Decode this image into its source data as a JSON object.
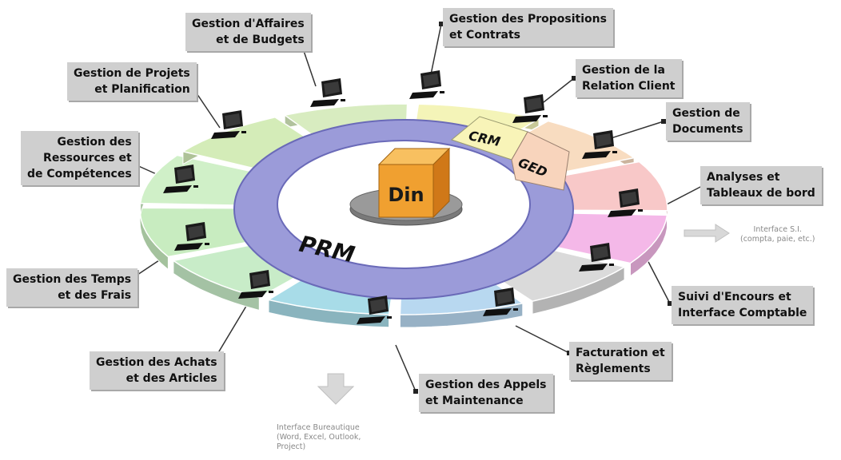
{
  "center": {
    "label": "Din"
  },
  "rings": {
    "outer_label": "PRM",
    "inner_labels": [
      "CRM",
      "GED"
    ]
  },
  "modules": [
    {
      "id": "affaires",
      "lines": [
        "Gestion d'Affaires",
        "et de Budgets"
      ]
    },
    {
      "id": "propositions",
      "lines": [
        "Gestion des Propositions",
        "et Contrats"
      ]
    },
    {
      "id": "relation",
      "lines": [
        "Gestion de  la",
        "Relation Client"
      ]
    },
    {
      "id": "documents",
      "lines": [
        "Gestion de",
        "Documents"
      ]
    },
    {
      "id": "analyses",
      "lines": [
        "Analyses et",
        "Tableaux de bord"
      ]
    },
    {
      "id": "encours",
      "lines": [
        "Suivi d'Encours et",
        "Interface Comptable"
      ]
    },
    {
      "id": "facturation",
      "lines": [
        "Facturation et",
        "Règlements"
      ]
    },
    {
      "id": "appels",
      "lines": [
        "Gestion des Appels",
        "et Maintenance"
      ]
    },
    {
      "id": "achats",
      "lines": [
        "Gestion des Achats",
        "et des Articles"
      ]
    },
    {
      "id": "temps",
      "lines": [
        "Gestion des Temps",
        "et des Frais"
      ]
    },
    {
      "id": "ressources",
      "lines": [
        "Gestion des",
        "Ressources et",
        "de Compétences"
      ]
    },
    {
      "id": "projets",
      "lines": [
        "Gestion de Projets",
        "et Planification"
      ]
    }
  ],
  "interfaces": {
    "si": {
      "lines": [
        "Interface S.I.",
        "(compta, paie, etc.)"
      ]
    },
    "bureautique": {
      "lines": [
        "Interface Bureautique",
        "(Word, Excel, Outlook,",
        "Project)"
      ]
    }
  },
  "colors": {
    "box": "#cfcfcf",
    "prm_ring": "#9b9bd9",
    "din_cube": "#f0a030",
    "segments": [
      "#d8ecc0",
      "#f4f4b8",
      "#f8dcc0",
      "#f8c8c8",
      "#f4b8e8",
      "#dadada",
      "#b8d8f0",
      "#a8dce8",
      "#c8ecc8",
      "#c8ecc0",
      "#d0f0c8",
      "#d4ecb8"
    ]
  }
}
